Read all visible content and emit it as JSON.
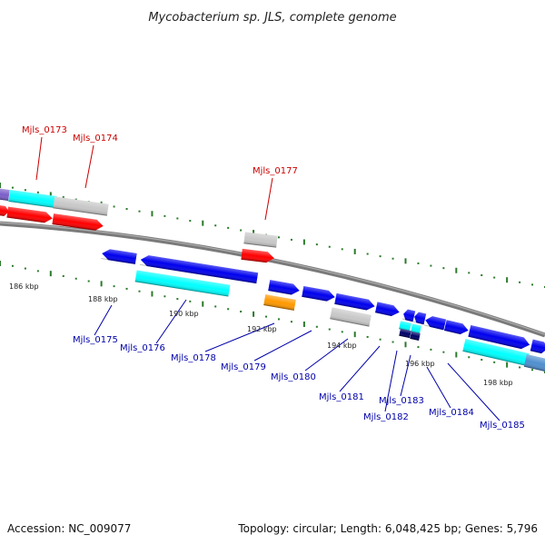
{
  "title": "Mycobacterium sp. JLS, complete genome",
  "footer": {
    "accession": "Accession: NC_009077",
    "topology": "Topology: circular; Length: 6,048,425 bp; Genes: 5,796"
  },
  "colors": {
    "red": "#ff0000",
    "blue": "#0000ee",
    "cyan": "#00ffff",
    "gray": "#c8c8c8",
    "orange": "#ff9900",
    "navy": "#000066",
    "steel": "#4f8fcf",
    "tick": "#2a7a2a",
    "backbone": "#7a7a7a",
    "label_top": "#cc0000",
    "label_bottom": "#0000aa"
  },
  "scale_labels": [
    "186 kbp",
    "188 kbp",
    "190 kbp",
    "192 kbp",
    "194 kbp",
    "196 kbp",
    "198 kbp"
  ],
  "gene_labels_top": [
    "Mjls_0173",
    "Mjls_0174",
    "Mjls_0177"
  ],
  "gene_labels_bottom": [
    "Mjls_0175",
    "Mjls_0176",
    "Mjls_0178",
    "Mjls_0179",
    "Mjls_0180",
    "Mjls_0181",
    "Mjls_0182",
    "Mjls_0183",
    "Mjls_0184",
    "Mjls_0185"
  ]
}
